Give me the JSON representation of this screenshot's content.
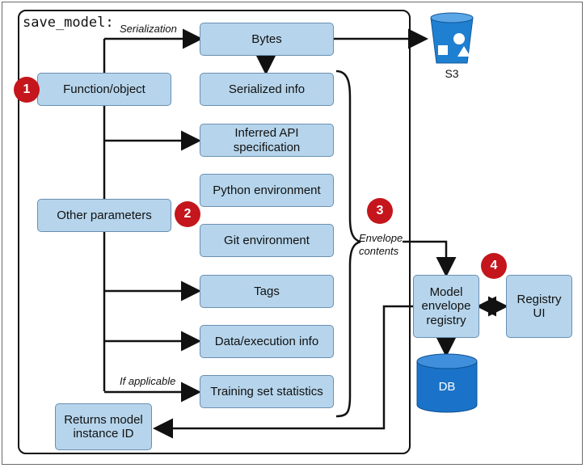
{
  "header": {
    "function_name": "save_model:"
  },
  "labels": {
    "serialization": "Serialization",
    "if_applicable": "If applicable",
    "envelope_contents": "Envelope\ncontents",
    "s3": "S3"
  },
  "inputs": {
    "function_object": "Function/object",
    "other_parameters": "Other parameters",
    "returns": "Returns model instance ID"
  },
  "envelope": [
    "Bytes",
    "Serialized info",
    "Inferred API specification",
    "Python environment",
    "Git environment",
    "Tags",
    "Data/execution info",
    "Training set statistics"
  ],
  "registry": {
    "model_envelope_registry": "Model envelope registry",
    "registry_ui": "Registry UI",
    "db": "DB"
  },
  "badges": [
    "1",
    "2",
    "3",
    "4"
  ],
  "colors": {
    "box_fill": "#b6d5ec",
    "badge": "#c4161c",
    "db": "#1a73c8",
    "s3": "#1f7fd1"
  }
}
